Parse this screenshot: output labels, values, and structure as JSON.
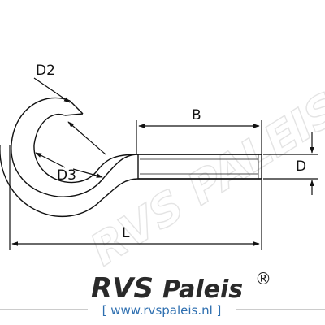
{
  "labels": {
    "d2": "D2",
    "d3": "D3",
    "b": "B",
    "d": "D",
    "l": "L"
  },
  "watermark": "RVS PALEIS",
  "brand": {
    "name_rvs": "RVS",
    "name_paleis": "Paleis",
    "registered": "®",
    "url": "[ www.rvspaleis.nl ]"
  },
  "colors": {
    "line": "#111111",
    "url": "#2e6fb0",
    "watermark": "#e4e4e4"
  }
}
